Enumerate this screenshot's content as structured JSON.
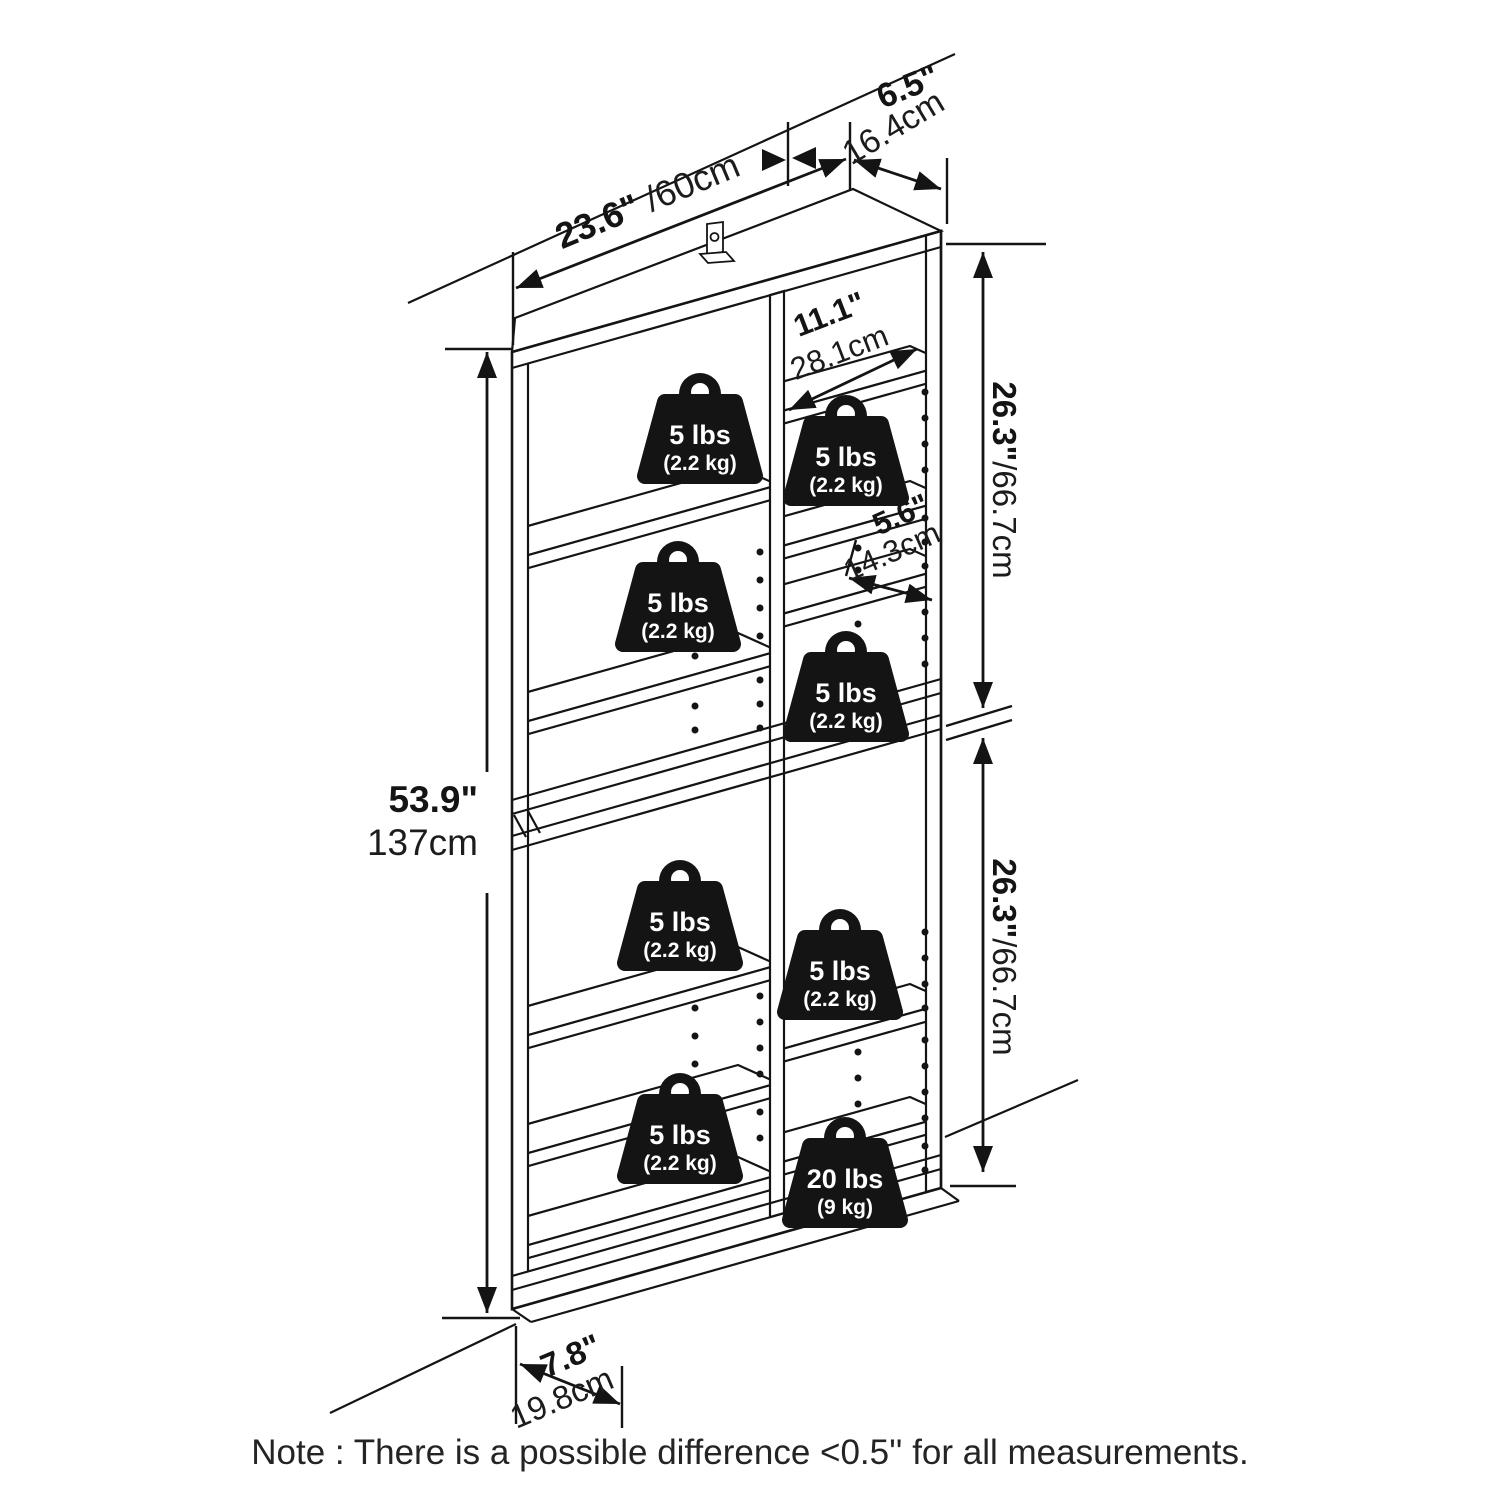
{
  "dimensions": {
    "top_width": {
      "inches": "23.6\"",
      "centimeters": " /60cm"
    },
    "top_depth": {
      "inches": "6.5\"",
      "centimeters": "16.4cm"
    },
    "shelf_width": {
      "inches": "11.1\"",
      "centimeters": "28.1cm"
    },
    "shelf_depth": {
      "inches": "5.6\"",
      "centimeters": "14.3cm"
    },
    "upper_section_height": {
      "inches": "26.3\"",
      "centimeters": "/66.7cm"
    },
    "lower_section_height": {
      "inches": "26.3\"",
      "centimeters": "/66.7cm"
    },
    "total_height": {
      "inches": "53.9\"",
      "centimeters": "137cm"
    },
    "base_depth": {
      "inches": "7.8\"",
      "centimeters": "19.8cm"
    }
  },
  "weights": [
    {
      "label": "5 lbs",
      "sublabel": "(2.2 kg)"
    },
    {
      "label": "5 lbs",
      "sublabel": "(2.2 kg)"
    },
    {
      "label": "5 lbs",
      "sublabel": "(2.2 kg)"
    },
    {
      "label": "5 lbs",
      "sublabel": "(2.2 kg)"
    },
    {
      "label": "5 lbs",
      "sublabel": "(2.2 kg)"
    },
    {
      "label": "5 lbs",
      "sublabel": "(2.2 kg)"
    },
    {
      "label": "5 lbs",
      "sublabel": "(2.2 kg)"
    },
    {
      "label": "20 lbs",
      "sublabel": "(9 kg)"
    }
  ],
  "note": {
    "text": "Note : There is a possible difference <0.5'' for all measurements."
  }
}
